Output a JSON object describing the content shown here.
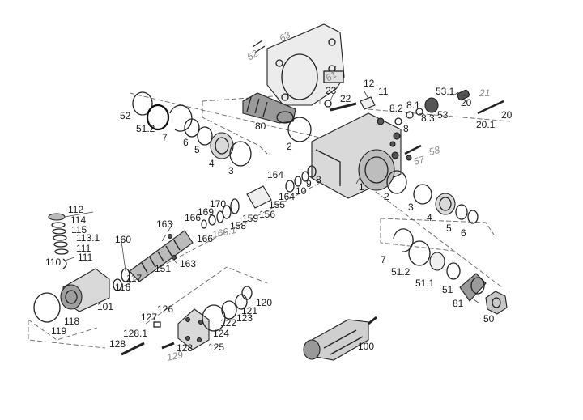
{
  "diagram": {
    "labels": [
      {
        "id": "63",
        "text": "63",
        "grey": true
      },
      {
        "id": "62",
        "text": "62",
        "grey": true
      },
      {
        "id": "61",
        "text": "61",
        "grey": true
      },
      {
        "id": "12",
        "text": "12",
        "grey": false
      },
      {
        "id": "11",
        "text": "11",
        "grey": false
      },
      {
        "id": "53.1",
        "text": "53.1",
        "grey": false
      },
      {
        "id": "21",
        "text": "21",
        "grey": true
      },
      {
        "id": "23",
        "text": "23",
        "grey": false
      },
      {
        "id": "22",
        "text": "22",
        "grey": false
      },
      {
        "id": "20-top",
        "text": "20",
        "grey": false
      },
      {
        "id": "8.2",
        "text": "8.2",
        "grey": false
      },
      {
        "id": "8.1",
        "text": "8.1",
        "grey": false
      },
      {
        "id": "53",
        "text": "53",
        "grey": false
      },
      {
        "id": "20-right",
        "text": "20",
        "grey": false
      },
      {
        "id": "52",
        "text": "52",
        "grey": false
      },
      {
        "id": "8.3",
        "text": "8.3",
        "grey": false
      },
      {
        "id": "20.1",
        "text": "20.1",
        "grey": false
      },
      {
        "id": "80",
        "text": "80",
        "grey": false
      },
      {
        "id": "8-upper",
        "text": "8",
        "grey": false
      },
      {
        "id": "51.2-left",
        "text": "51.2",
        "grey": false
      },
      {
        "id": "7-left",
        "text": "7",
        "grey": false
      },
      {
        "id": "6-left",
        "text": "6",
        "grey": false
      },
      {
        "id": "5-left",
        "text": "5",
        "grey": false
      },
      {
        "id": "2-upper",
        "text": "2",
        "grey": false
      },
      {
        "id": "58",
        "text": "58",
        "grey": true
      },
      {
        "id": "57",
        "text": "57",
        "grey": true
      },
      {
        "id": "4-left",
        "text": "4",
        "grey": false
      },
      {
        "id": "3-left",
        "text": "3",
        "grey": false
      },
      {
        "id": "164-upper",
        "text": "164",
        "grey": false
      },
      {
        "id": "9",
        "text": "9",
        "grey": false
      },
      {
        "id": "8-lower",
        "text": "8",
        "grey": false
      },
      {
        "id": "10",
        "text": "10",
        "grey": false
      },
      {
        "id": "1",
        "text": "1",
        "grey": false
      },
      {
        "id": "164-lower",
        "text": "164",
        "grey": false
      },
      {
        "id": "2-right",
        "text": "2",
        "grey": false
      },
      {
        "id": "170",
        "text": "170",
        "grey": false
      },
      {
        "id": "155",
        "text": "155",
        "grey": false
      },
      {
        "id": "169",
        "text": "169",
        "grey": false
      },
      {
        "id": "112",
        "text": "112",
        "grey": false
      },
      {
        "id": "156",
        "text": "156",
        "grey": false
      },
      {
        "id": "3-right",
        "text": "3",
        "grey": false
      },
      {
        "id": "166-upper",
        "text": "166",
        "grey": false
      },
      {
        "id": "159",
        "text": "159",
        "grey": false
      },
      {
        "id": "114",
        "text": "114",
        "grey": false
      },
      {
        "id": "158",
        "text": "158",
        "grey": false
      },
      {
        "id": "4-right",
        "text": "4",
        "grey": false
      },
      {
        "id": "163-upper",
        "text": "163",
        "grey": false
      },
      {
        "id": "115",
        "text": "115",
        "grey": false
      },
      {
        "id": "166.1",
        "text": "166.1",
        "grey": true
      },
      {
        "id": "5-right",
        "text": "5",
        "grey": false
      },
      {
        "id": "113.1",
        "text": "113.1",
        "grey": false
      },
      {
        "id": "6-right",
        "text": "6",
        "grey": false
      },
      {
        "id": "166-lower",
        "text": "166",
        "grey": false
      },
      {
        "id": "160",
        "text": "160",
        "grey": false
      },
      {
        "id": "111-upper",
        "text": "111",
        "grey": false
      },
      {
        "id": "111-lower",
        "text": "111",
        "grey": false
      },
      {
        "id": "7-right",
        "text": "7",
        "grey": false
      },
      {
        "id": "110",
        "text": "110",
        "grey": false
      },
      {
        "id": "163-lower",
        "text": "163",
        "grey": false
      },
      {
        "id": "151",
        "text": "151",
        "grey": false
      },
      {
        "id": "51.2-right",
        "text": "51.2",
        "grey": false
      },
      {
        "id": "117",
        "text": "117",
        "grey": false
      },
      {
        "id": "51.1",
        "text": "51.1",
        "grey": false
      },
      {
        "id": "116",
        "text": "116",
        "grey": false
      },
      {
        "id": "51",
        "text": "51",
        "grey": false
      },
      {
        "id": "120",
        "text": "120",
        "grey": false
      },
      {
        "id": "81",
        "text": "81",
        "grey": false
      },
      {
        "id": "101",
        "text": "101",
        "grey": false
      },
      {
        "id": "126",
        "text": "126",
        "grey": false
      },
      {
        "id": "121",
        "text": "121",
        "grey": false
      },
      {
        "id": "127",
        "text": "127",
        "grey": false
      },
      {
        "id": "123",
        "text": "123",
        "grey": false
      },
      {
        "id": "50",
        "text": "50",
        "grey": false
      },
      {
        "id": "118",
        "text": "118",
        "grey": false
      },
      {
        "id": "122",
        "text": "122",
        "grey": false
      },
      {
        "id": "119",
        "text": "119",
        "grey": false
      },
      {
        "id": "128.1",
        "text": "128.1",
        "grey": false
      },
      {
        "id": "124",
        "text": "124",
        "grey": false
      },
      {
        "id": "100",
        "text": "100",
        "grey": false
      },
      {
        "id": "128-left",
        "text": "128",
        "grey": false
      },
      {
        "id": "128-right",
        "text": "128",
        "grey": false
      },
      {
        "id": "125",
        "text": "125",
        "grey": false
      },
      {
        "id": "129",
        "text": "129",
        "grey": true
      }
    ]
  }
}
